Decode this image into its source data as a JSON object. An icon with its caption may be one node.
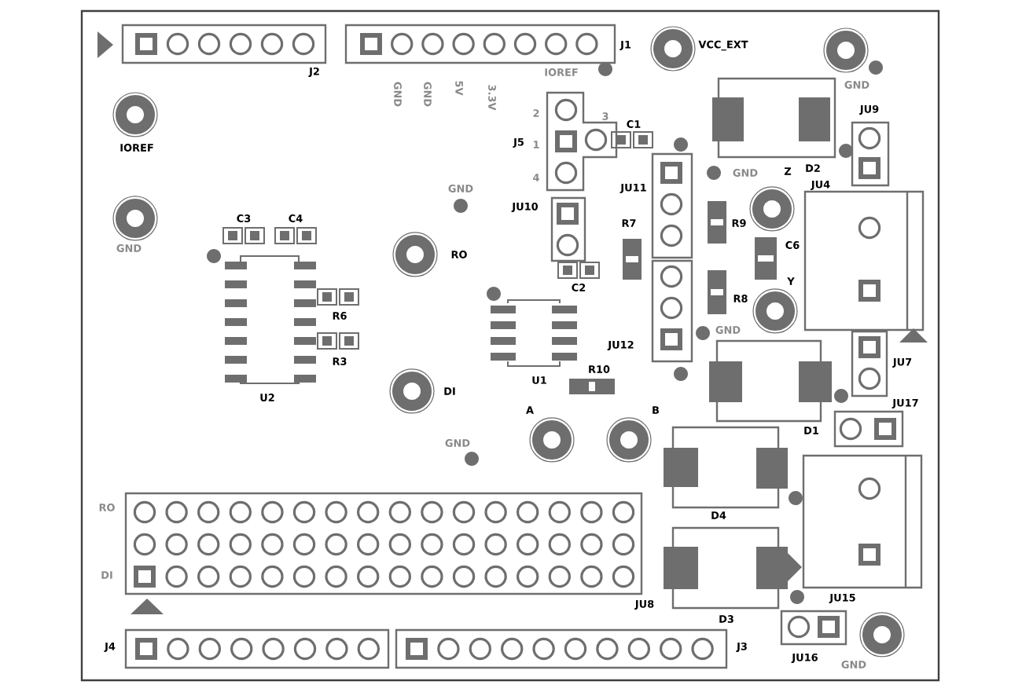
{
  "diagram": {
    "labels": [
      "J2",
      "GND",
      "GND",
      "5V",
      "3.3V",
      "IOREF",
      "J1",
      "VCC_EXT",
      "GND",
      "IOREF",
      "2",
      "3",
      "JU9",
      "C1",
      "J5",
      "1",
      "4",
      "D2",
      "GND",
      "Z",
      "GND",
      "JU11",
      "JU4",
      "JU10",
      "C3",
      "C4",
      "R7",
      "R9",
      "GND",
      "C6",
      "RO",
      "Y",
      "C2",
      "R8",
      "R6",
      "GND",
      "JU12",
      "R3",
      "JU7",
      "R10",
      "U1",
      "DI",
      "U2",
      "JU17",
      "A",
      "B",
      "D1",
      "GND",
      "RO",
      "D4",
      "DI",
      "JU15",
      "JU8",
      "D3",
      "J4",
      "J3",
      "JU16",
      "GND"
    ]
  }
}
